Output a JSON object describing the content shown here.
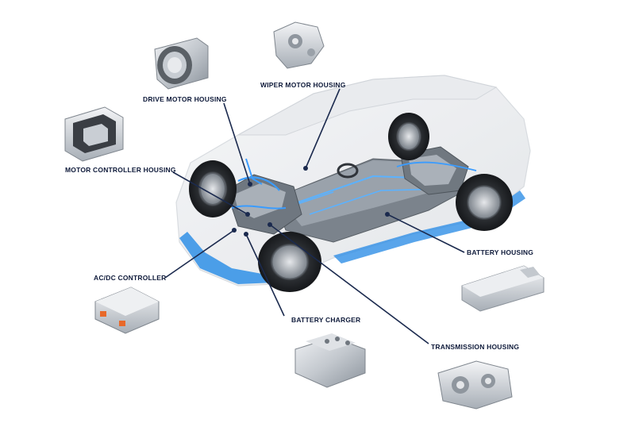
{
  "labels": {
    "drive_motor_housing": "DRIVE MOTOR HOUSING",
    "wiper_motor_housing": "WIPER MOTOR HOUSING",
    "motor_controller_housing": "MOTOR CONTROLLER HOUSING",
    "ac_dc_controller": "AC/DC CONTROLLER",
    "battery_charger": "BATTERY CHARGER",
    "battery_housing": "BATTERY HOUSING",
    "transmission_housing": "TRANSMISSION HOUSING"
  },
  "colors": {
    "label_text": "#0e1a3a",
    "leader_line": "#1b2a4e",
    "accent_blue": "#2f8fe6",
    "metal_light": "#d9dde2",
    "metal_dark": "#8b939c"
  }
}
